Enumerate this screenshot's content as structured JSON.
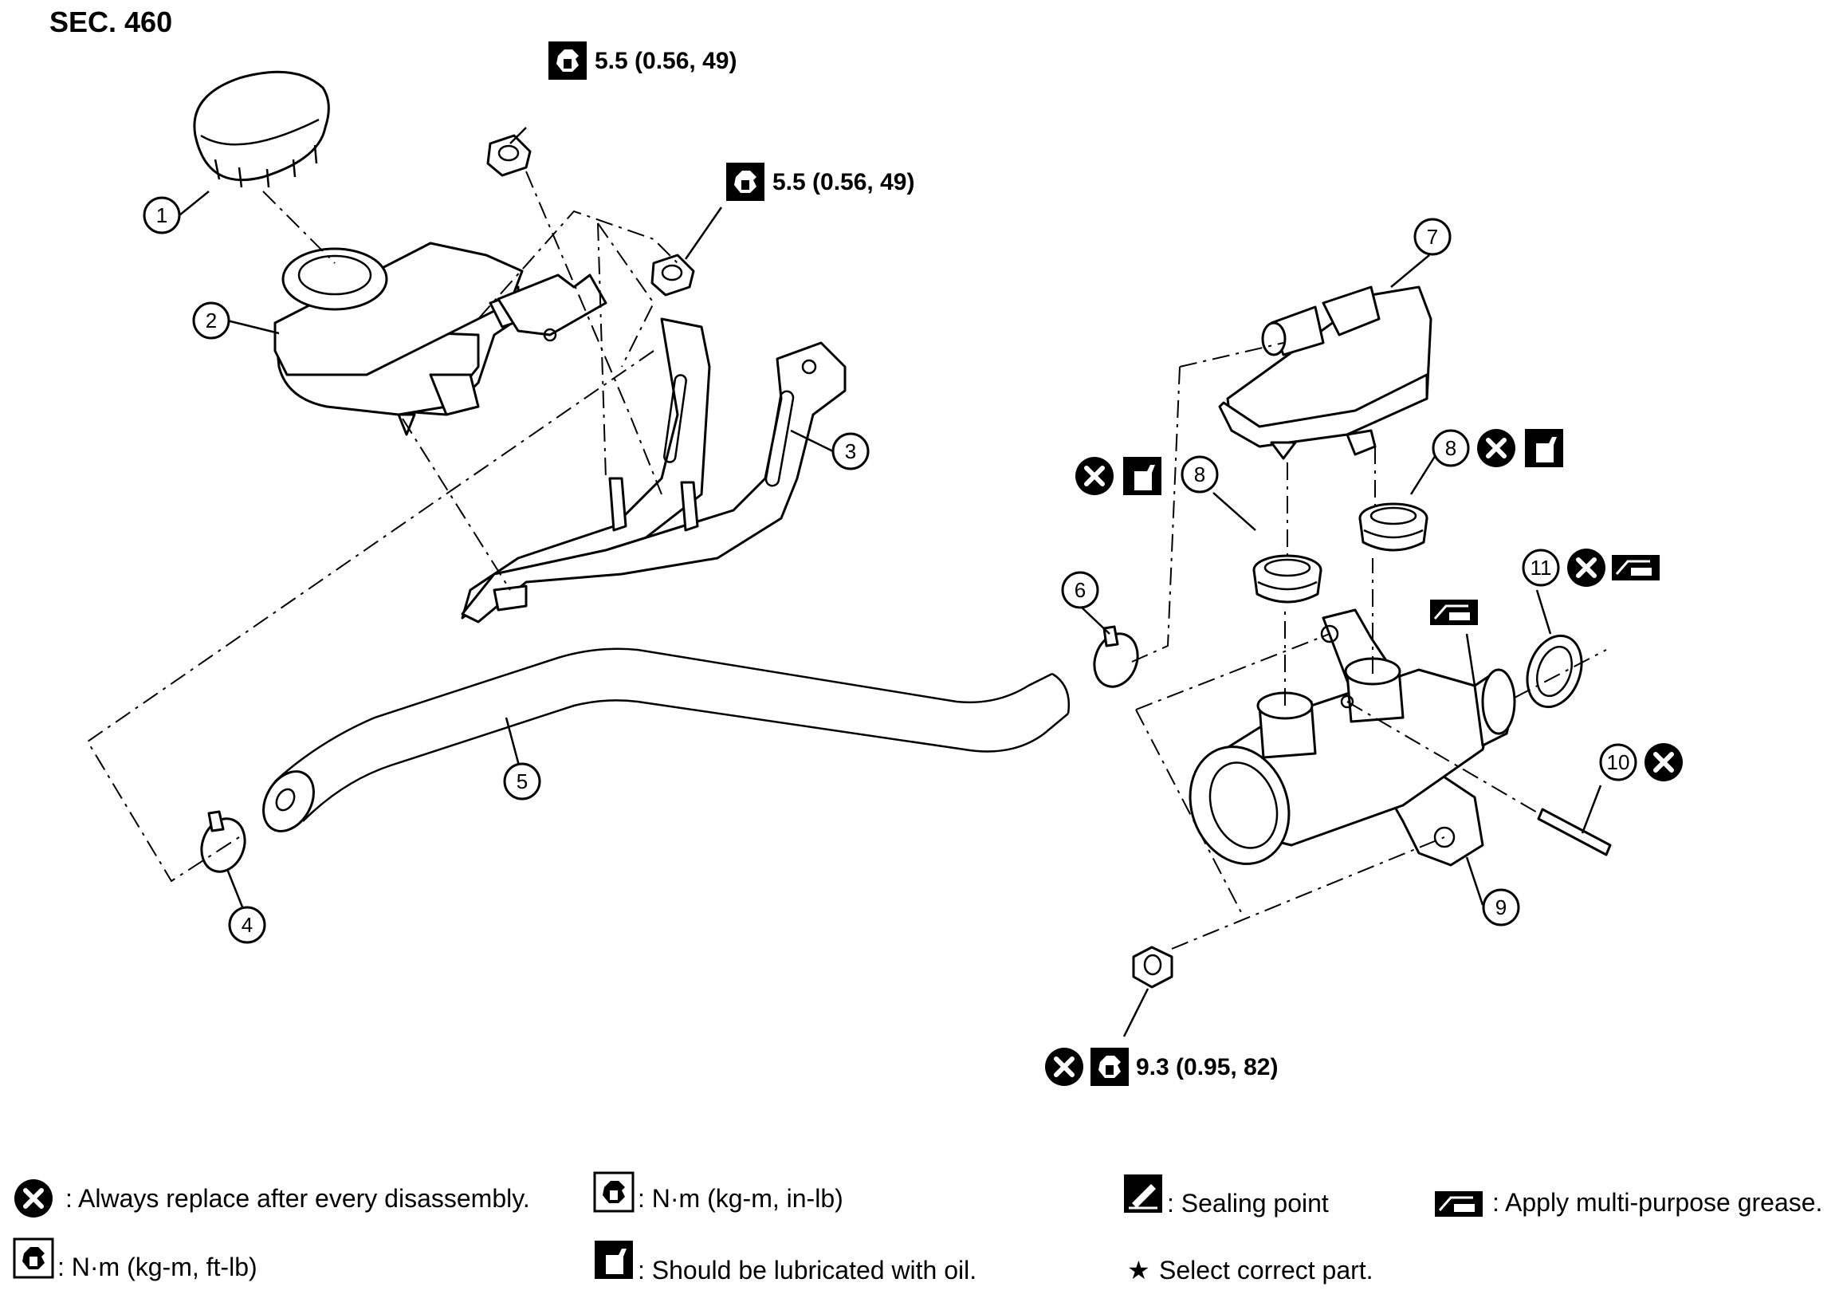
{
  "section_label": "SEC. 460",
  "parts": [
    {
      "num": "1"
    },
    {
      "num": "2"
    },
    {
      "num": "3"
    },
    {
      "num": "4"
    },
    {
      "num": "5"
    },
    {
      "num": "6"
    },
    {
      "num": "7"
    },
    {
      "num": "8"
    },
    {
      "num": "8"
    },
    {
      "num": "9"
    },
    {
      "num": "10"
    },
    {
      "num": "11"
    }
  ],
  "torque_specs": {
    "bracket_nut_top": "5.5 (0.56, 49)",
    "bracket_nut_right": "5.5 (0.56, 49)",
    "master_cylinder_nut": "9.3 (0.95, 82)"
  },
  "legend": {
    "replace": ": Always replace after every disassembly.",
    "torque_in_lb": ": N·m (kg-m, in-lb)",
    "sealing": ": Sealing point",
    "grease": ": Apply multi-purpose grease.",
    "torque_ft_lb": ": N·m (kg-m, ft-lb)",
    "oil": ": Should be lubricated with oil.",
    "select": "Select correct part."
  },
  "legend_star": "★"
}
